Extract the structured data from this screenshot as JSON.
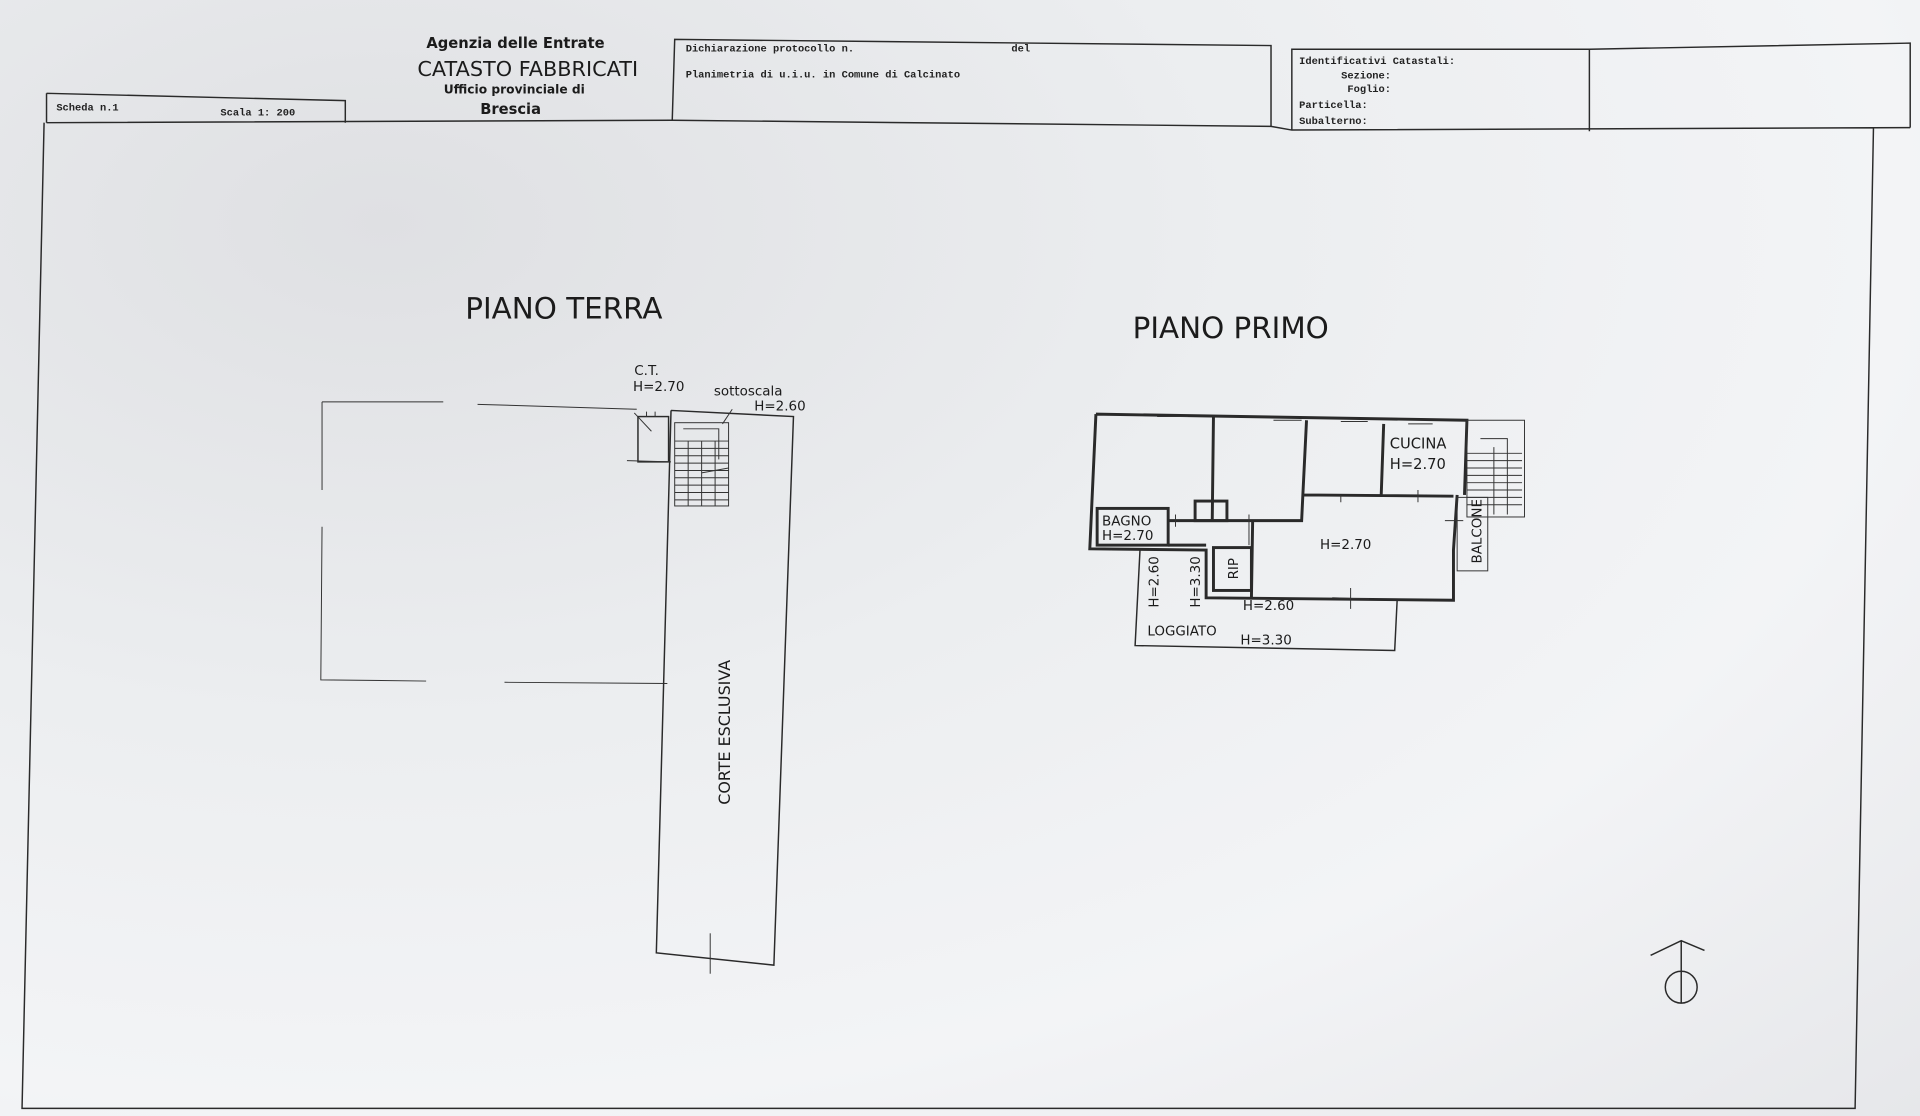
{
  "header": {
    "agency": "Agenzia delle Entrate",
    "title": "CATASTO FABBRICATI",
    "office_label": "Ufficio provinciale di",
    "office_city": "Brescia",
    "scheda": "Scheda n.1",
    "scala": "Scala 1: 200",
    "dichiarazione": "Dichiarazione protocollo n.",
    "del": "del",
    "planimetria": "Planimetria di u.i.u. in Comune di Calcinato",
    "identificativi": {
      "title": "Identificativi Catastali:",
      "sezione": "Sezione:",
      "foglio": "Foglio:",
      "particella": "Particella:",
      "subalterno": "Subalterno:"
    }
  },
  "piano_terra": {
    "title": "PIANO TERRA",
    "ct": "C.T.",
    "ct_height": "H=2.70",
    "sottoscala": "sottoscala",
    "sottoscala_height": "H=2.60",
    "corte": "CORTE ESCLUSIVA"
  },
  "piano_primo": {
    "title": "PIANO PRIMO",
    "cucina": "CUCINA",
    "cucina_height": "H=2.70",
    "bagno": "BAGNO",
    "bagno_height": "H=2.70",
    "soggiorno_height": "H=2.70",
    "rip": "RIP",
    "h260_vertical": "H=2.60",
    "h330_vertical": "H=3.30",
    "h260": "H=2.60",
    "loggiato": "LOGGIATO",
    "loggiato_height": "H=3.30",
    "balcone": "BALCONE"
  },
  "north_arrow_icon": "north-arrow-icon"
}
